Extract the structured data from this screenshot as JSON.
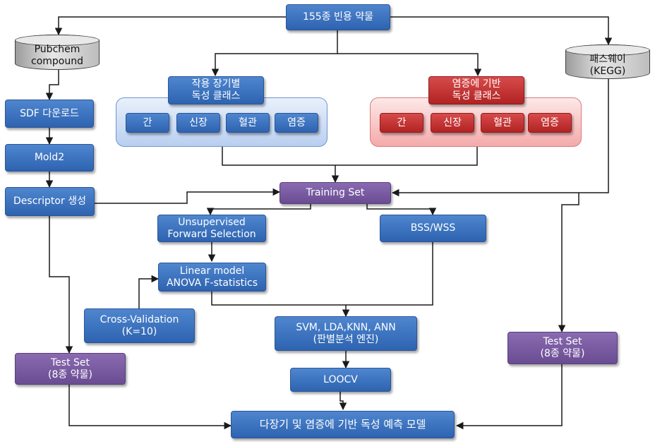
{
  "nodes": {
    "drugs": "155종 빈용 약물",
    "pubchem": "Pubchem\ncompound",
    "pathway": "패스웨이\n(KEGG)",
    "sdf": "SDF 다운로드",
    "mold2": "Mold2",
    "descriptor": "Descriptor 생성",
    "organ_class": "작용 장기별\n독성 클래스",
    "inflam_class": "염증에 기반\n독성 클래스",
    "organ_items": [
      "간",
      "신장",
      "혈관",
      "염증"
    ],
    "inflam_items": [
      "간",
      "신장",
      "혈관",
      "염증"
    ],
    "training_set": "Training Set",
    "forward_selection": "Unsupervised\nForward Selection",
    "bss_wss": "BSS/WSS",
    "linear_model": "Linear model\nANOVA F-statistics",
    "cross_validation": "Cross-Validation\n(K=10)",
    "engines": "SVM, LDA,KNN, ANN\n(판별분석 엔진)",
    "loocv": "LOOCV",
    "test_set_left": "Test Set\n(8종 약물)",
    "test_set_right": "Test Set\n(8종 약물)",
    "final_model": "다장기 및 염증에 기반 독성 예측 모델"
  },
  "colors": {
    "blue_node": "#3a70bf",
    "purple_node": "#7a5ba3",
    "red_node": "#c03030",
    "blue_panel": "#c7d9f3",
    "red_panel": "#f7b9b9",
    "database": "#d0d0d0",
    "arrow": "#1a1a1a"
  }
}
